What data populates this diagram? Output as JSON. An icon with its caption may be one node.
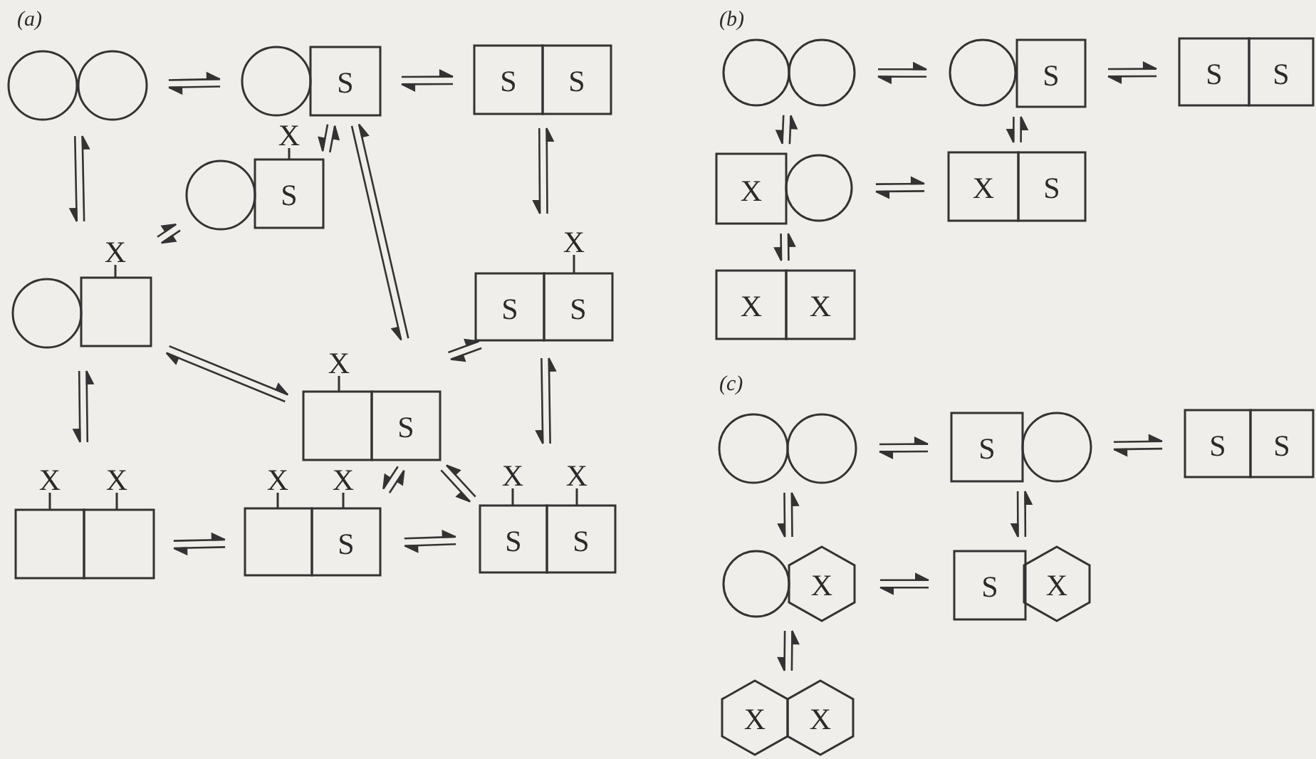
{
  "diagram": {
    "nodes": [
      {
        "text": [],
        "shape": "circle"
      },
      {
        "text": [
          "S"
        ]
      },
      {
        "text": [
          "S",
          "S"
        ]
      },
      {
        "text": [
          "X",
          "S"
        ]
      },
      {
        "text": [
          "X"
        ]
      },
      {
        "text": [
          "X",
          "S",
          "S"
        ]
      },
      {
        "text": [
          "X",
          "S"
        ]
      },
      {
        "text": [
          "X",
          "X"
        ]
      },
      {
        "text": [
          "X",
          "X",
          "S"
        ]
      },
      {
        "text": [
          "X",
          "X",
          "S",
          "S"
        ]
      },
      {
        "text": [],
        "shape": "circle"
      },
      {
        "text": [
          "S"
        ]
      },
      {
        "text": [
          "S",
          "S"
        ]
      },
      {
        "text": [
          "X"
        ]
      },
      {
        "text": [
          "X",
          "S"
        ]
      },
      {
        "text": [
          "X",
          "X"
        ]
      },
      {
        "text": [],
        "shape": "circle"
      },
      {
        "text": [
          "S"
        ]
      },
      {
        "text": [
          "S",
          "S"
        ]
      },
      {
        "text": [
          "X"
        ]
      },
      {
        "text": [
          "S",
          "X"
        ]
      },
      {
        "text": [
          "X",
          "X"
        ]
      }
    ],
    "edges": [
      {
        "from": 0,
        "to": 1,
        "arrow": "both"
      },
      {
        "from": 1,
        "to": 2,
        "arrow": "both"
      },
      {
        "from": 0,
        "to": 4,
        "arrow": "both"
      },
      {
        "from": 1,
        "to": 3,
        "arrow": "both"
      },
      {
        "from": 1,
        "to": 6,
        "arrow": "both"
      },
      {
        "from": 2,
        "to": 5,
        "arrow": "both"
      },
      {
        "from": 3,
        "to": 4,
        "arrow": "both"
      },
      {
        "from": 4,
        "to": 6,
        "arrow": "both"
      },
      {
        "from": 5,
        "to": 6,
        "arrow": "both"
      },
      {
        "from": 4,
        "to": 7,
        "arrow": "both"
      },
      {
        "from": 5,
        "to": 9,
        "arrow": "both"
      },
      {
        "from": 6,
        "to": 8,
        "arrow": "both"
      },
      {
        "from": 6,
        "to": 9,
        "arrow": "both"
      },
      {
        "from": 7,
        "to": 8,
        "arrow": "both"
      },
      {
        "from": 8,
        "to": 9,
        "arrow": "both"
      },
      {
        "from": 10,
        "to": 11,
        "arrow": "both"
      },
      {
        "from": 11,
        "to": 12,
        "arrow": "both"
      },
      {
        "from": 10,
        "to": 13,
        "arrow": "both"
      },
      {
        "from": 11,
        "to": 14,
        "arrow": "both"
      },
      {
        "from": 13,
        "to": 14,
        "arrow": "both"
      },
      {
        "from": 13,
        "to": 15,
        "arrow": "both"
      },
      {
        "from": 16,
        "to": 17,
        "arrow": "both"
      },
      {
        "from": 17,
        "to": 18,
        "arrow": "both"
      },
      {
        "from": 16,
        "to": 19,
        "arrow": "both"
      },
      {
        "from": 17,
        "to": 20,
        "arrow": "both"
      },
      {
        "from": 19,
        "to": 20,
        "arrow": "both"
      },
      {
        "from": 19,
        "to": 21,
        "arrow": "both"
      }
    ],
    "labels": [
      "(a)",
      "(b)",
      "(c)"
    ]
  }
}
